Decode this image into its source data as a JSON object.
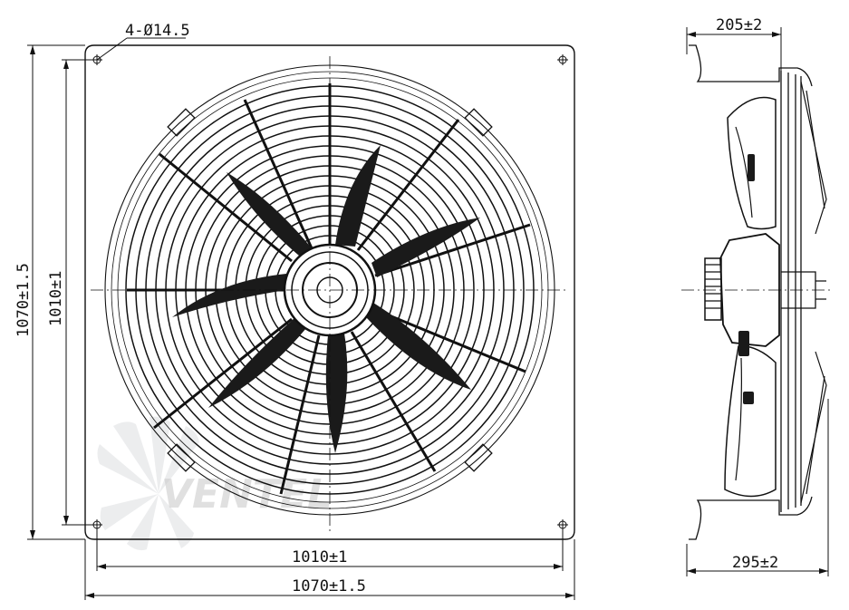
{
  "dimensions": {
    "holes": "4-Ø14.5",
    "width_inner": "1010±1",
    "width_outer": "1070±1.5",
    "height_inner": "1010±1",
    "height_outer": "1070±1.5",
    "side_top": "205±2",
    "side_bottom": "295±2"
  },
  "watermark": {
    "text": "VENTEL"
  },
  "colors": {
    "line": "#111111",
    "watermark": "#c8c8c8"
  }
}
